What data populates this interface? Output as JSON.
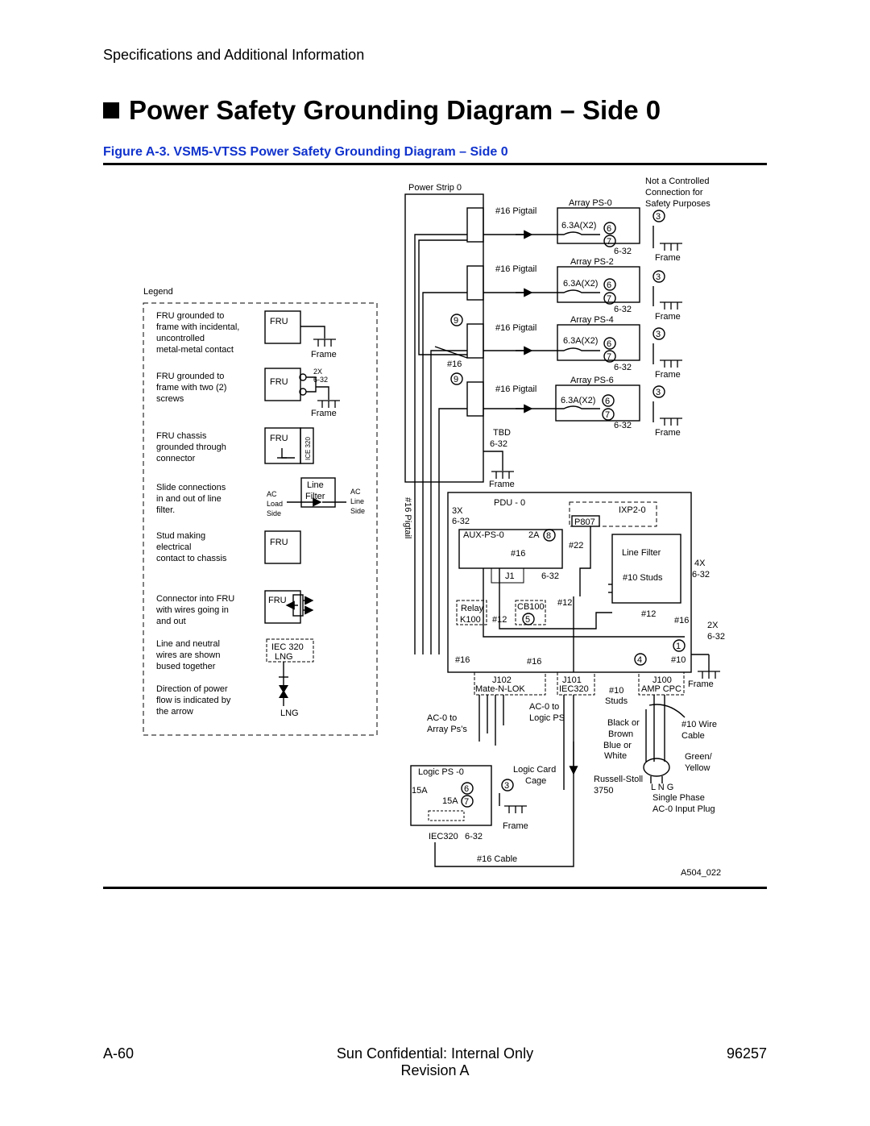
{
  "header": {
    "section": "Specifications and Additional Information"
  },
  "page_title": "Power Safety Grounding Diagram – Side 0",
  "figure_caption": "Figure A-3. VSM5-VTSS Power Safety Grounding Diagram – Side 0",
  "legend": {
    "title": "Legend",
    "fru": "FRU",
    "frame": "Frame",
    "item1": [
      "FRU grounded to",
      "frame with incidental,",
      "uncontrolled",
      "metal-metal contact"
    ],
    "item2": [
      "FRU grounded to",
      "frame with two (2)",
      "screws"
    ],
    "item2_count": "2X",
    "item2_screw": "6-32",
    "item3": [
      "FRU chassis",
      "grounded through",
      "connector"
    ],
    "item3_conn": "ICE 320",
    "item4": [
      "Slide connections",
      "in and out of  line",
      "filter."
    ],
    "item4_filter": [
      "Line",
      "Filter"
    ],
    "item4_left": [
      "AC",
      "Load",
      "Side"
    ],
    "item4_right": [
      "AC",
      "Line",
      "Side"
    ],
    "item5": [
      "Stud making",
      "electrical",
      "contact to chassis"
    ],
    "item6": [
      "Connector into FRU",
      "with wires going in",
      "and out"
    ],
    "item7": [
      "Line and neutral",
      "wires are shown",
      "bused together"
    ],
    "item7_iec": "IEC 320",
    "item7_lng": "LNG",
    "item8": [
      "Direction of power",
      "flow is indicated by",
      "the arrow"
    ],
    "item8_lng": "LNG"
  },
  "diagram": {
    "power_strip": "Power Strip 0",
    "not_controlled": [
      "Not a Controlled",
      "Connection for",
      "Safety Purposes"
    ],
    "pigtail": "#16 Pigtail",
    "pigtail_vertical": "#16 Pigtail",
    "array_ps": [
      "Array PS-0",
      "Array PS-2",
      "Array PS-4",
      "Array PS-6"
    ],
    "fuse": "6.3A(X2)",
    "screw": "6-32",
    "frame": "Frame",
    "n3": "3",
    "n6": "6",
    "n7": "7",
    "n9": "9",
    "n8": "8",
    "n5": "5",
    "n4": "4",
    "n1": "1",
    "w16": "#16",
    "w12": "#12",
    "w22": "#22",
    "w10": "#10",
    "tbd": "TBD",
    "pdu": "PDU - 0",
    "three_x": "3X",
    "ixp2": "IXP2-0",
    "p807": "P807",
    "aux_ps": "AUX-PS-0",
    "two_a": "2A",
    "line_filter": "Line Filter",
    "four_x": "4X",
    "two_x": "2X",
    "j1": "J1",
    "studs10": "#10 Studs",
    "relay": "Relay",
    "k100": "K100",
    "cb100": "CB100",
    "j102": "J102",
    "mate_n_lok": "Mate-N-LOK",
    "j101": "J101",
    "iec320": "IEC320",
    "j100": "J100",
    "amp_cpc": "AMP CPC",
    "studs": "Studs",
    "ac0_array": [
      "AC-0 to",
      "Array  Ps’s"
    ],
    "ac0_logic": [
      "AC-0 to",
      "Logic PS"
    ],
    "black_or": "Black or",
    "brown": "Brown",
    "blue_or": "Blue or",
    "white": "White",
    "wire10": [
      "#10 Wire",
      "Cable"
    ],
    "green_yellow": [
      "Green/",
      "Yellow"
    ],
    "russell": [
      "Russell-Stoll",
      "3750"
    ],
    "lng_plug": "L N G",
    "single_phase": [
      "Single Phase",
      "AC-0 Input Plug"
    ],
    "logic_ps": "Logic PS -0",
    "fifteen_a": "15A",
    "logic_card": [
      "Logic Card",
      "Cage"
    ],
    "iec320_sp": "IEC320",
    "cable16": "#16 Cable",
    "drawing_id": "A504_022"
  },
  "footer": {
    "page": "A-60",
    "confidential": "Sun Confidential: Internal Only",
    "revision": "Revision A",
    "doc_number": "96257"
  }
}
